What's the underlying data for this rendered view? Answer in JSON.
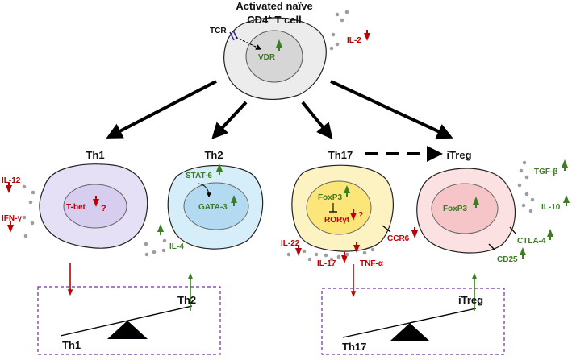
{
  "colors": {
    "up": "#3a7d22",
    "down": "#c00000",
    "green_text": "#3a7d22",
    "red_text": "#c00000",
    "dashed_box": "#7030a0",
    "naive_cell": "#ececec",
    "th1_cell": "#e6e0f6",
    "th2_cell": "#d6eefa",
    "th17_cell": "#fdf3c2",
    "itreg_cell": "#fbe1e2",
    "dot": "#9e9e9e"
  },
  "naive": {
    "title_line1": "Activated naïve",
    "title_line2_main": "CD4",
    "title_line2_sup": "+",
    "title_line2_rest": " T cell",
    "tcr": "TCR",
    "vdr": "VDR",
    "il2": "IL-2"
  },
  "cells": {
    "th1": {
      "title": "Th1",
      "nucleus": "T-bet",
      "question": "?",
      "il12": "IL-12",
      "ifng": "IFN-γ"
    },
    "th2": {
      "title": "Th2",
      "stat6": "STAT-6",
      "gata3": "GATA-3",
      "il4": "IL-4"
    },
    "th17": {
      "title": "Th17",
      "foxp3": "FoxP3",
      "rorgt": "RORγt",
      "question": "?",
      "ccr6": "CCR6",
      "il22": "IL-22",
      "il17": "IL-17",
      "tnfa": "TNF-α"
    },
    "itreg": {
      "title": "iTreg",
      "foxp3": "FoxP3",
      "tgfb": "TGF-β",
      "il10": "IL-10",
      "ctla4": "CTLA-4",
      "cd25": "CD25"
    }
  },
  "balances": [
    {
      "left_label": "Th1",
      "right_label": "Th2",
      "left_arrow": "down",
      "right_arrow": "up"
    },
    {
      "left_label": "Th17",
      "right_label": "iTreg",
      "left_arrow": "down",
      "right_arrow": "up"
    }
  ]
}
